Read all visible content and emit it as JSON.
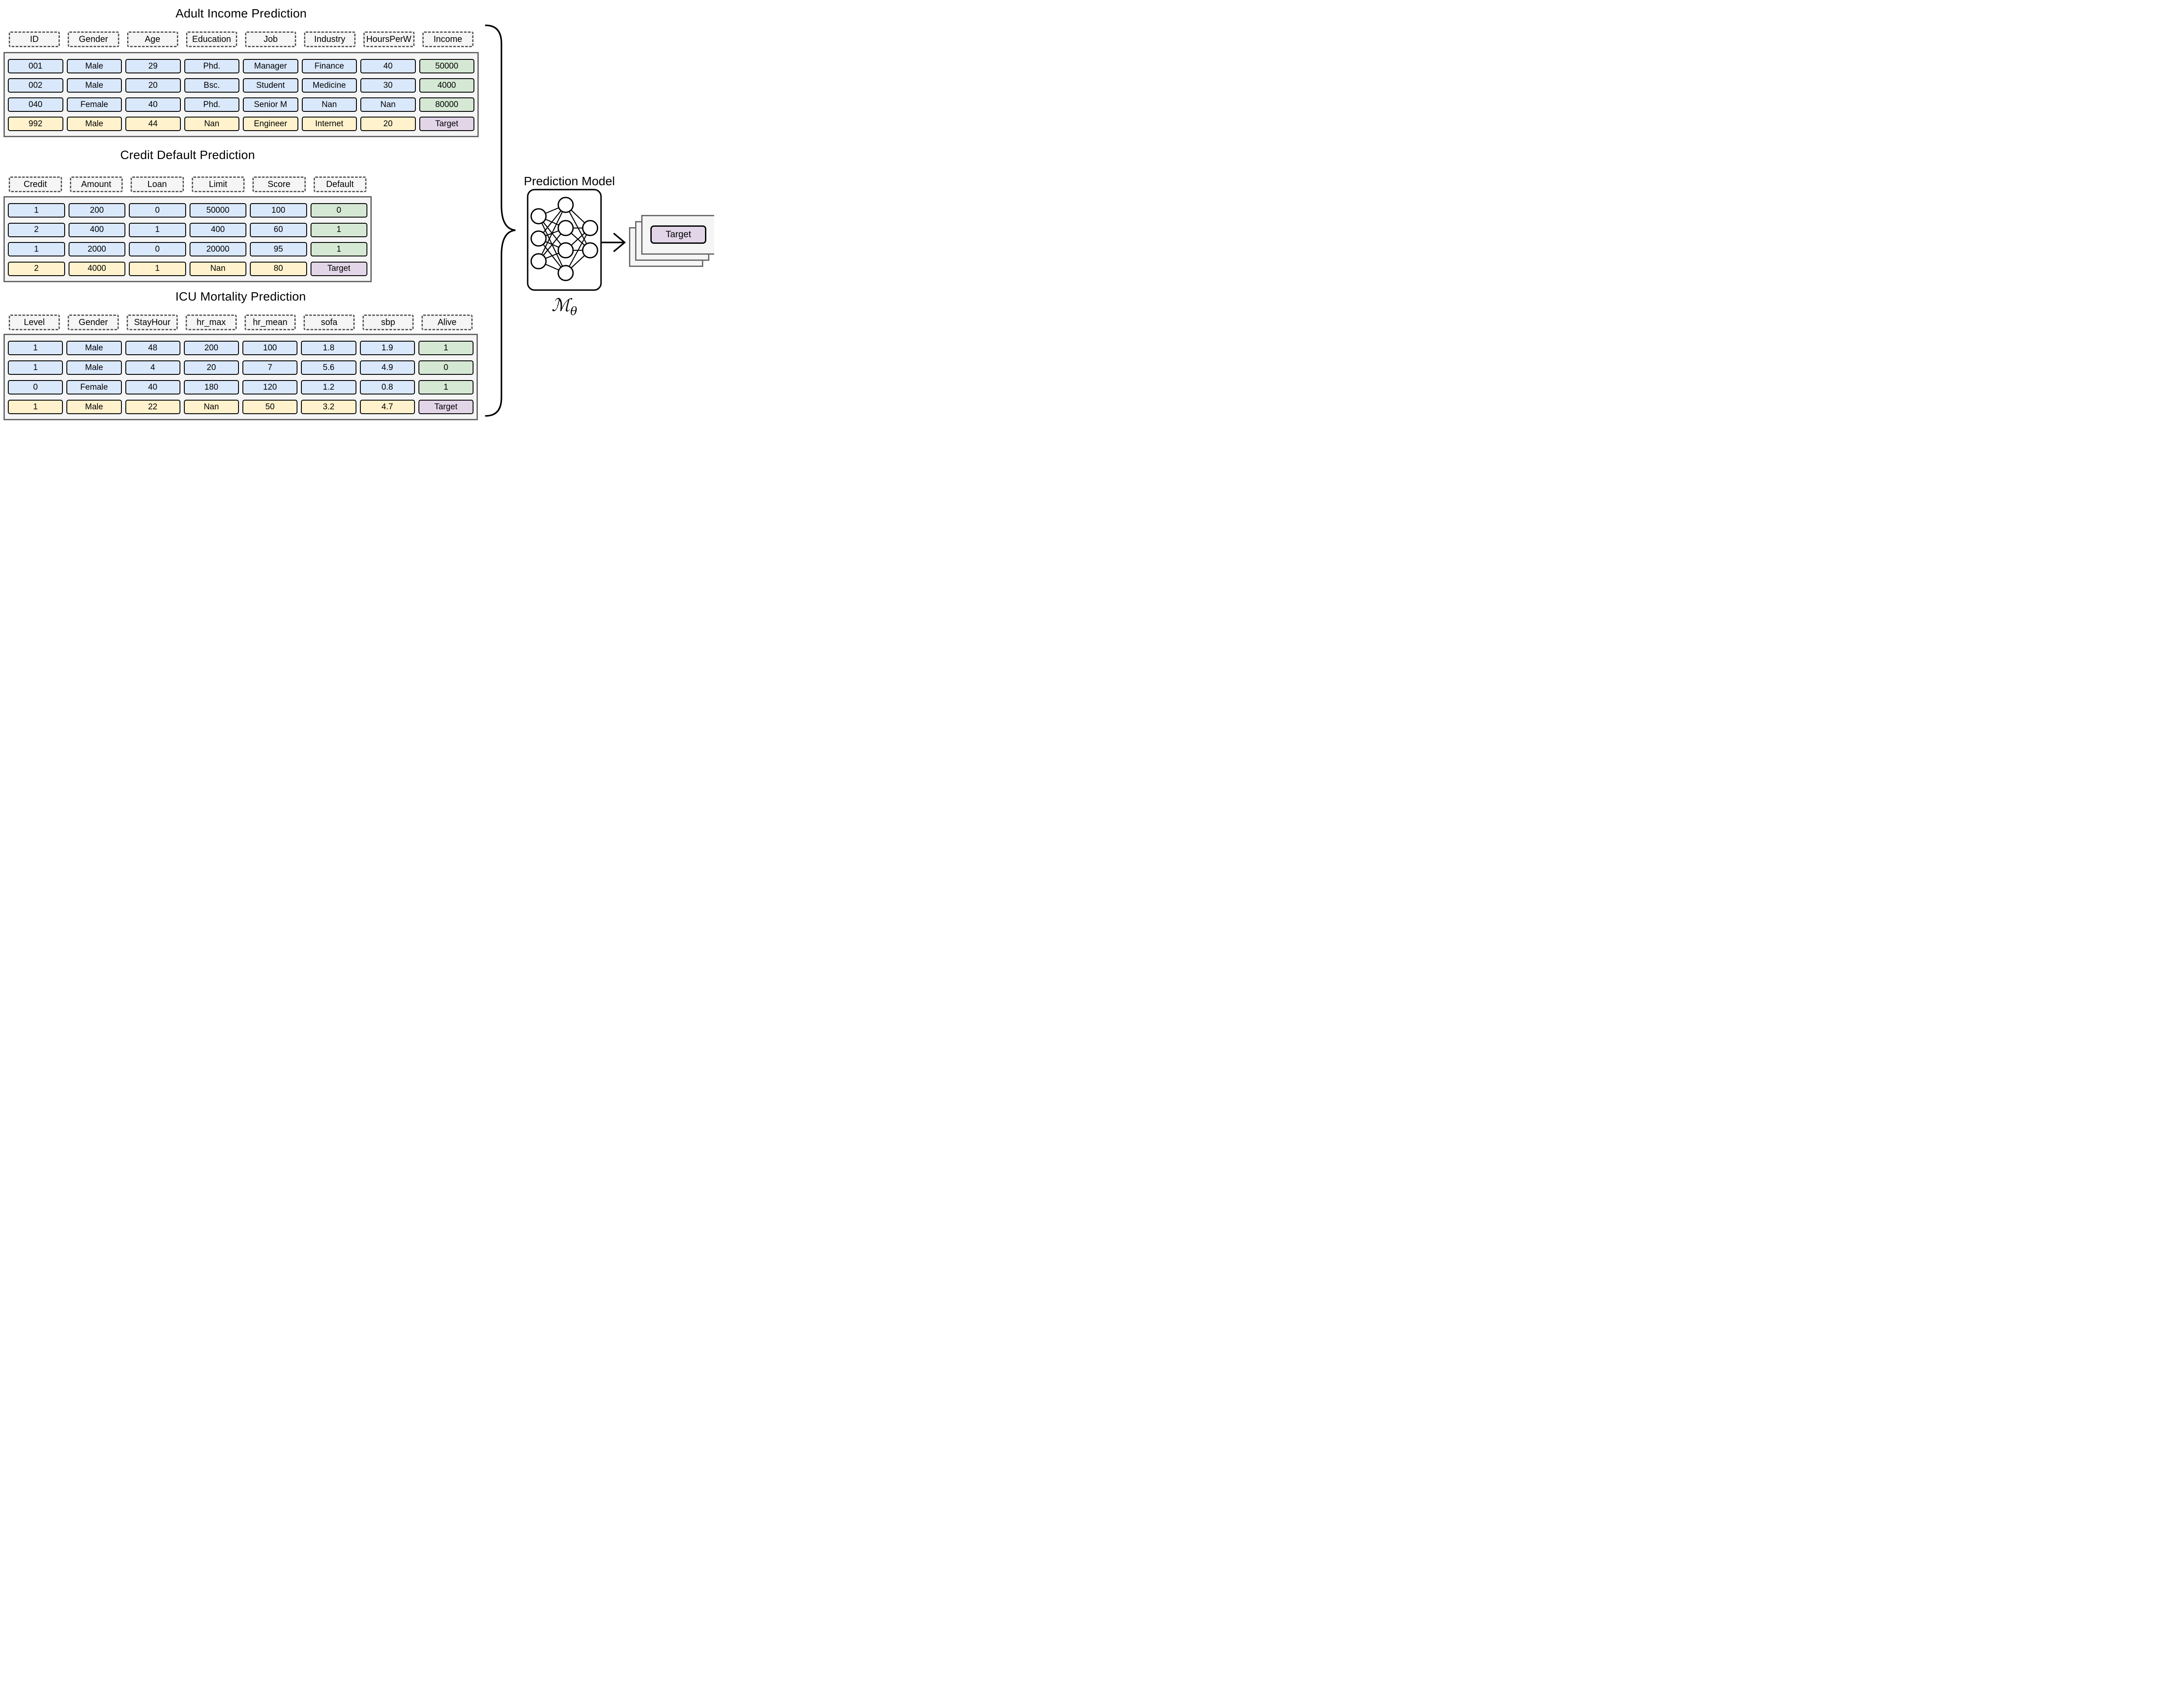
{
  "figure": {
    "kind": "multi-table prediction diagram"
  },
  "tables": [
    {
      "title": "Adult Income Prediction",
      "headers": [
        "ID",
        "Gender",
        "Age",
        "Education",
        "Job",
        "Industry",
        "HoursPerW",
        "Income"
      ],
      "rows": [
        [
          "001",
          "Male",
          "29",
          "Phd.",
          "Manager",
          "Finance",
          "40",
          "50000"
        ],
        [
          "002",
          "Male",
          "20",
          "Bsc.",
          "Student",
          "Medicine",
          "30",
          "4000"
        ],
        [
          "040",
          "Female",
          "40",
          "Phd.",
          "Senior M",
          "Nan",
          "Nan",
          "80000"
        ],
        [
          "992",
          "Male",
          "44",
          "Nan",
          "Engineer",
          "Internet",
          "20",
          "Target"
        ]
      ]
    },
    {
      "title": "Credit Default Prediction",
      "headers": [
        "Credit",
        "Amount",
        "Loan",
        "Limit",
        "Score",
        "Default"
      ],
      "rows": [
        [
          "1",
          "200",
          "0",
          "50000",
          "100",
          "0"
        ],
        [
          "2",
          "400",
          "1",
          "400",
          "60",
          "1"
        ],
        [
          "1",
          "2000",
          "0",
          "20000",
          "95",
          "1"
        ],
        [
          "2",
          "4000",
          "1",
          "Nan",
          "80",
          "Target"
        ]
      ]
    },
    {
      "title": "ICU Mortality Prediction",
      "headers": [
        "Level",
        "Gender",
        "StayHour",
        "hr_max",
        "hr_mean",
        "sofa",
        "sbp",
        "Alive"
      ],
      "rows": [
        [
          "1",
          "Male",
          "48",
          "200",
          "100",
          "1.8",
          "1.9",
          "1"
        ],
        [
          "1",
          "Male",
          "4",
          "20",
          "7",
          "5.6",
          "4.9",
          "0"
        ],
        [
          "0",
          "Female",
          "40",
          "180",
          "120",
          "1.2",
          "0.8",
          "1"
        ],
        [
          "1",
          "Male",
          "22",
          "Nan",
          "50",
          "3.2",
          "4.7",
          "Target"
        ]
      ]
    }
  ],
  "model": {
    "label": "Prediction Model",
    "symbol": "ℳ",
    "symbol_sub": "θ",
    "output_label": "Target",
    "icons": [
      "curly-brace-icon",
      "neural-network-icon",
      "arrow-right-icon",
      "output-card-stack"
    ]
  },
  "colors": {
    "feature_fill": "#dae8fc",
    "label_fill": "#d5e8d4",
    "query_fill": "#fff2cc",
    "target_fill": "#e1d5e7",
    "panel_fill": "#f5f5f5",
    "panel_border": "#666666",
    "header_border": "#595959",
    "cell_border": "#000000"
  }
}
